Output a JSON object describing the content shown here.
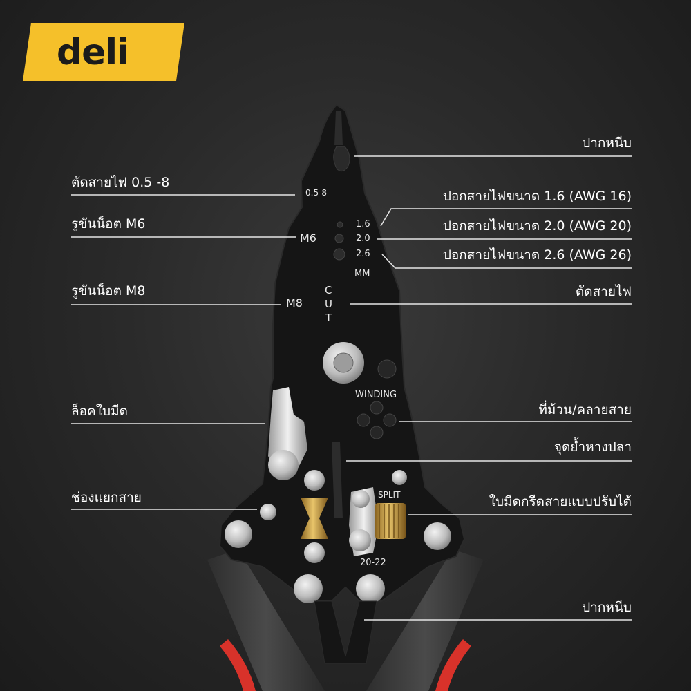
{
  "brand": {
    "logo_text": "deli",
    "logo_color": "#f5c02a"
  },
  "colors": {
    "background": "#262626",
    "tool_body": "#151515",
    "handle": "#3d3d3d",
    "handle_stripe": "#d8322a",
    "brass": "#c49a3c",
    "rivet": "#cfcfcf"
  },
  "callouts_left": {
    "cut_wire": "ตัดสายไฟ 0.5 -8",
    "bolt_m6": "รูขันน็อต M6",
    "bolt_m8": "รูขันน็อต M8",
    "blade_lock": "ล็อคใบมีด",
    "wire_split": "ช่องแยกสาย"
  },
  "callouts_right": {
    "nose_jaw": "ปากหนีบ",
    "strip_16": "ปอกสายไฟขนาด 1.6 (AWG 16)",
    "strip_20": "ปอกสายไฟขนาด 2.0 (AWG 20)",
    "strip_26": "ปอกสายไฟขนาด 2.6 (AWG 26)",
    "wire_cutter": "ตัดสายไฟ",
    "winding": "ที่ม้วน/คลายสาย",
    "crimp": "จุดย้ำหางปลา",
    "adjustable_blade": "ใบมีดกรีดสายแบบปรับได้",
    "bottom_jaw": "ปากหนีบ"
  },
  "tool_labels": {
    "range": "0.5-8",
    "m6": "M6",
    "m8": "M8",
    "size_16": "1.6",
    "size_20": "2.0",
    "size_26": "2.6",
    "unit": "MM",
    "cut_c": "C",
    "cut_u": "U",
    "cut_t": "T",
    "winding": "WINDING",
    "split": "SPLIT",
    "gauge": "20-22"
  }
}
